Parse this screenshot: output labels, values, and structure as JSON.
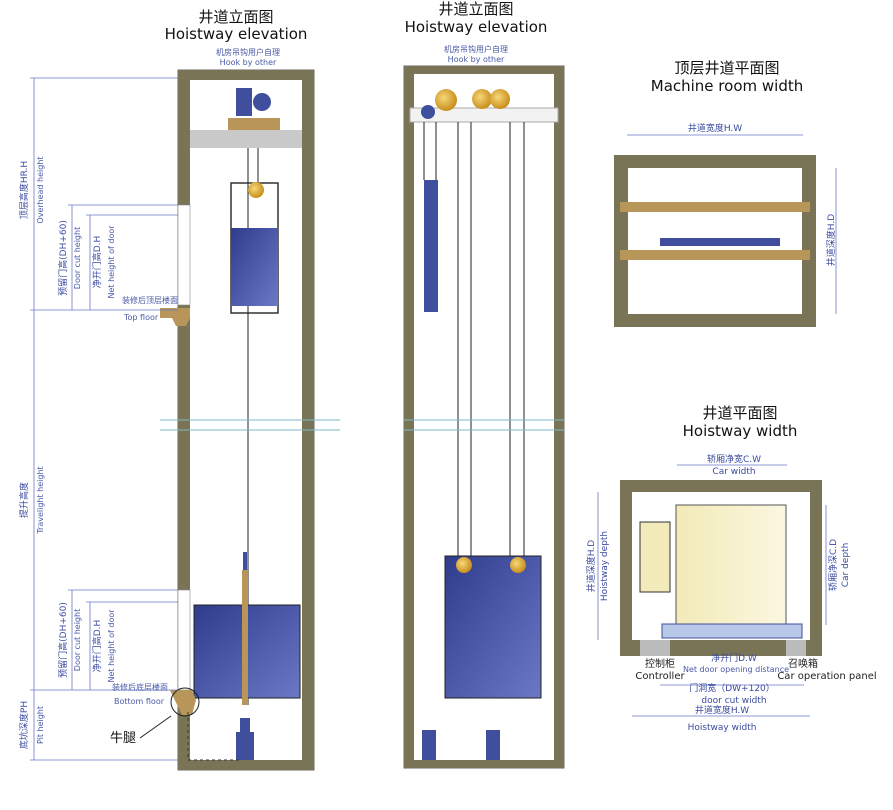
{
  "panel1": {
    "title_cn": "井道立面图",
    "title_en": "Hoistway elevation",
    "hook_cn": "机房吊钩用户自理",
    "hook_en": "Hook by other",
    "overhead_cn": "顶层高度HR.H",
    "overhead_en": "Overhead height",
    "doorcut_cn": "预留门高(DH+60)",
    "doorcut_en": "Door cut height",
    "netdoor_cn": "净开门高D.H",
    "netdoor_en": "Net height of door",
    "topfloor_cn": "装修后顶层楼面",
    "topfloor_en": "Top floor",
    "travel_cn": "提升高度",
    "travel_en": "Travelight height",
    "doorcut2_cn": "预留门高(DH+60)",
    "doorcut2_en": "Door cut height",
    "netdoor2_cn": "净开门高D.H",
    "netdoor2_en": "Net height of door",
    "bottom_cn": "装修后底层楼面",
    "bottom_en": "Bottom floor",
    "pit_cn": "底坑深度PH",
    "pit_en": "Pit height",
    "corbel": "牛腿"
  },
  "panel2": {
    "title_cn": "井道立面图",
    "title_en": "Hoistway elevation",
    "hook_cn": "机房吊钩用户自理",
    "hook_en": "Hook by other"
  },
  "panel3": {
    "title_cn": "顶层井道平面图",
    "title_en": "Machine room width",
    "hw": "井道宽度H.W",
    "hd": "井道深度H.D"
  },
  "panel4": {
    "title_cn": "井道平面图",
    "title_en": "Hoistway width",
    "cw_cn": "轿厢净宽C.W",
    "cw_en": "Car width",
    "hd_cn": "井道深度H.D",
    "hd_en": "Hoistway depth",
    "cd_cn": "轿厢净深C.D",
    "cd_en": "Car depth",
    "controller_cn": "控制柜",
    "controller_en": "Controller",
    "dw_cn": "净开门D.W",
    "dw_en": "Net door opening distance",
    "callbox_cn": "召唤箱",
    "callbox_en": "Car operation panel",
    "doorcut_cn": "门洞宽（DW+120）",
    "doorcut_en": "door cut width",
    "hw_cn": "井道宽度H.W",
    "hw_en": "Hoistway width"
  },
  "colors": {
    "wall": "#7a7457",
    "car": "#3f4f9e",
    "sheave": "#e3b441",
    "wood": "#b8965a",
    "beam": "#c9c9c9"
  }
}
